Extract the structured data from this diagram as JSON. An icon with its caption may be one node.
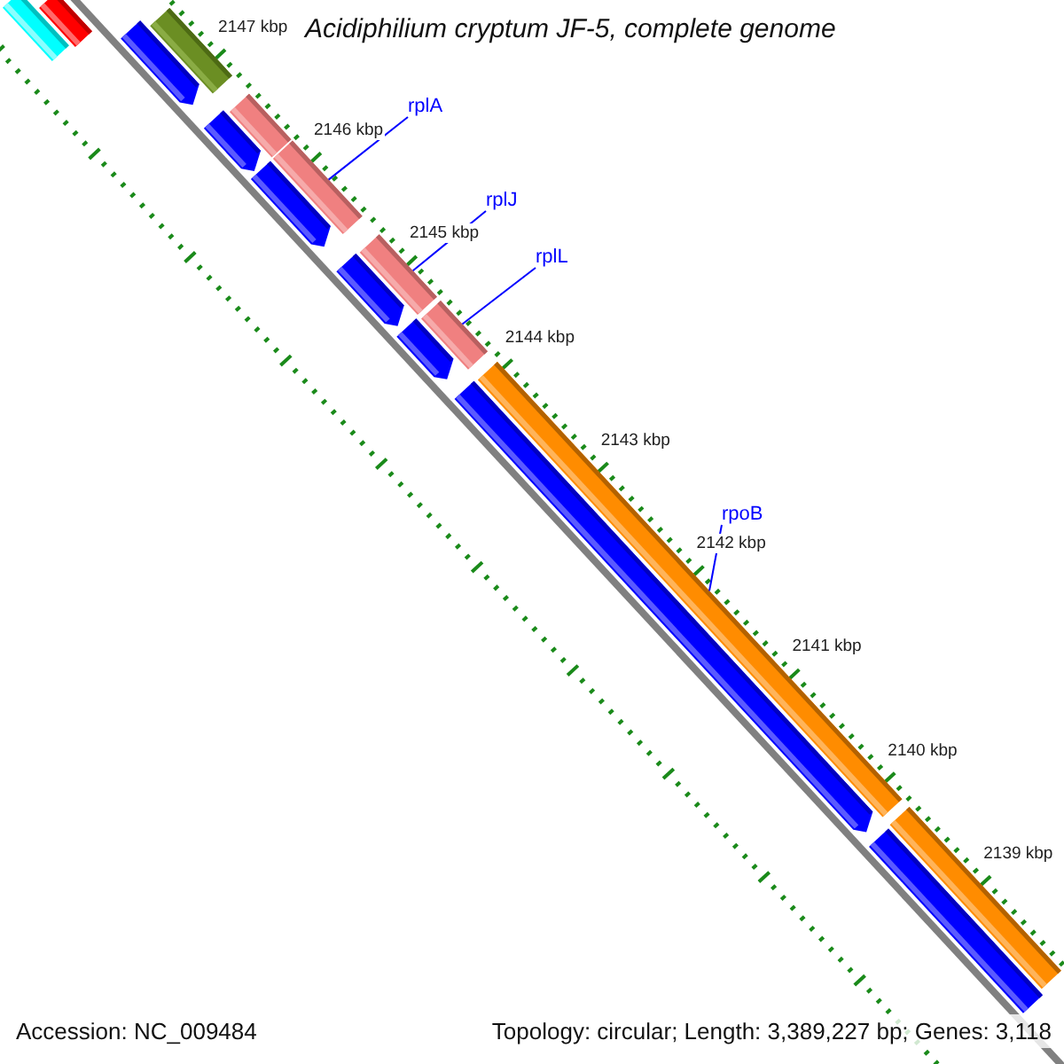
{
  "diagram": {
    "title": "Acidiphilium cryptum JF-5, complete genome",
    "nodes": [
      {
        "text": [],
        "shape": "bar"
      },
      {
        "text": [],
        "shape": "bar"
      },
      {
        "text": [],
        "shape": "bar"
      },
      {
        "text": [],
        "shape": "arrow"
      },
      {
        "text": [],
        "shape": "bar"
      },
      {
        "text": [],
        "shape": "arrow"
      },
      {
        "text": [
          "rplA"
        ]
      },
      {
        "text": [],
        "shape": "bar"
      },
      {
        "text": [],
        "shape": "arrow"
      },
      {
        "text": [
          "rplJ"
        ]
      },
      {
        "text": [],
        "shape": "bar"
      },
      {
        "text": [],
        "shape": "arrow"
      },
      {
        "text": [
          "rplL"
        ]
      },
      {
        "text": [],
        "shape": "bar"
      },
      {
        "text": [],
        "shape": "arrow"
      },
      {
        "text": [
          "rpoB"
        ]
      },
      {
        "text": [],
        "shape": "bar"
      },
      {
        "text": [],
        "shape": "arrow"
      },
      {
        "text": [],
        "shape": "bar"
      },
      {
        "text": [],
        "shape": "bar"
      }
    ],
    "edges": [
      {
        "from": 6,
        "to": 7,
        "arrow": "none"
      },
      {
        "from": 9,
        "to": 10,
        "arrow": "none"
      },
      {
        "from": 12,
        "to": 13,
        "arrow": "none"
      },
      {
        "from": 15,
        "to": 16,
        "arrow": "none"
      }
    ],
    "labels": [
      "2147 kbp",
      "2146 kbp",
      "2145 kbp",
      "2144 kbp",
      "2143 kbp",
      "2142 kbp",
      "2141 kbp",
      "2140 kbp",
      "2139 kbp",
      "Accession: NC_009484",
      "Topology: circular; Length: 3,389,227 bp; Genes: 3,118"
    ]
  }
}
